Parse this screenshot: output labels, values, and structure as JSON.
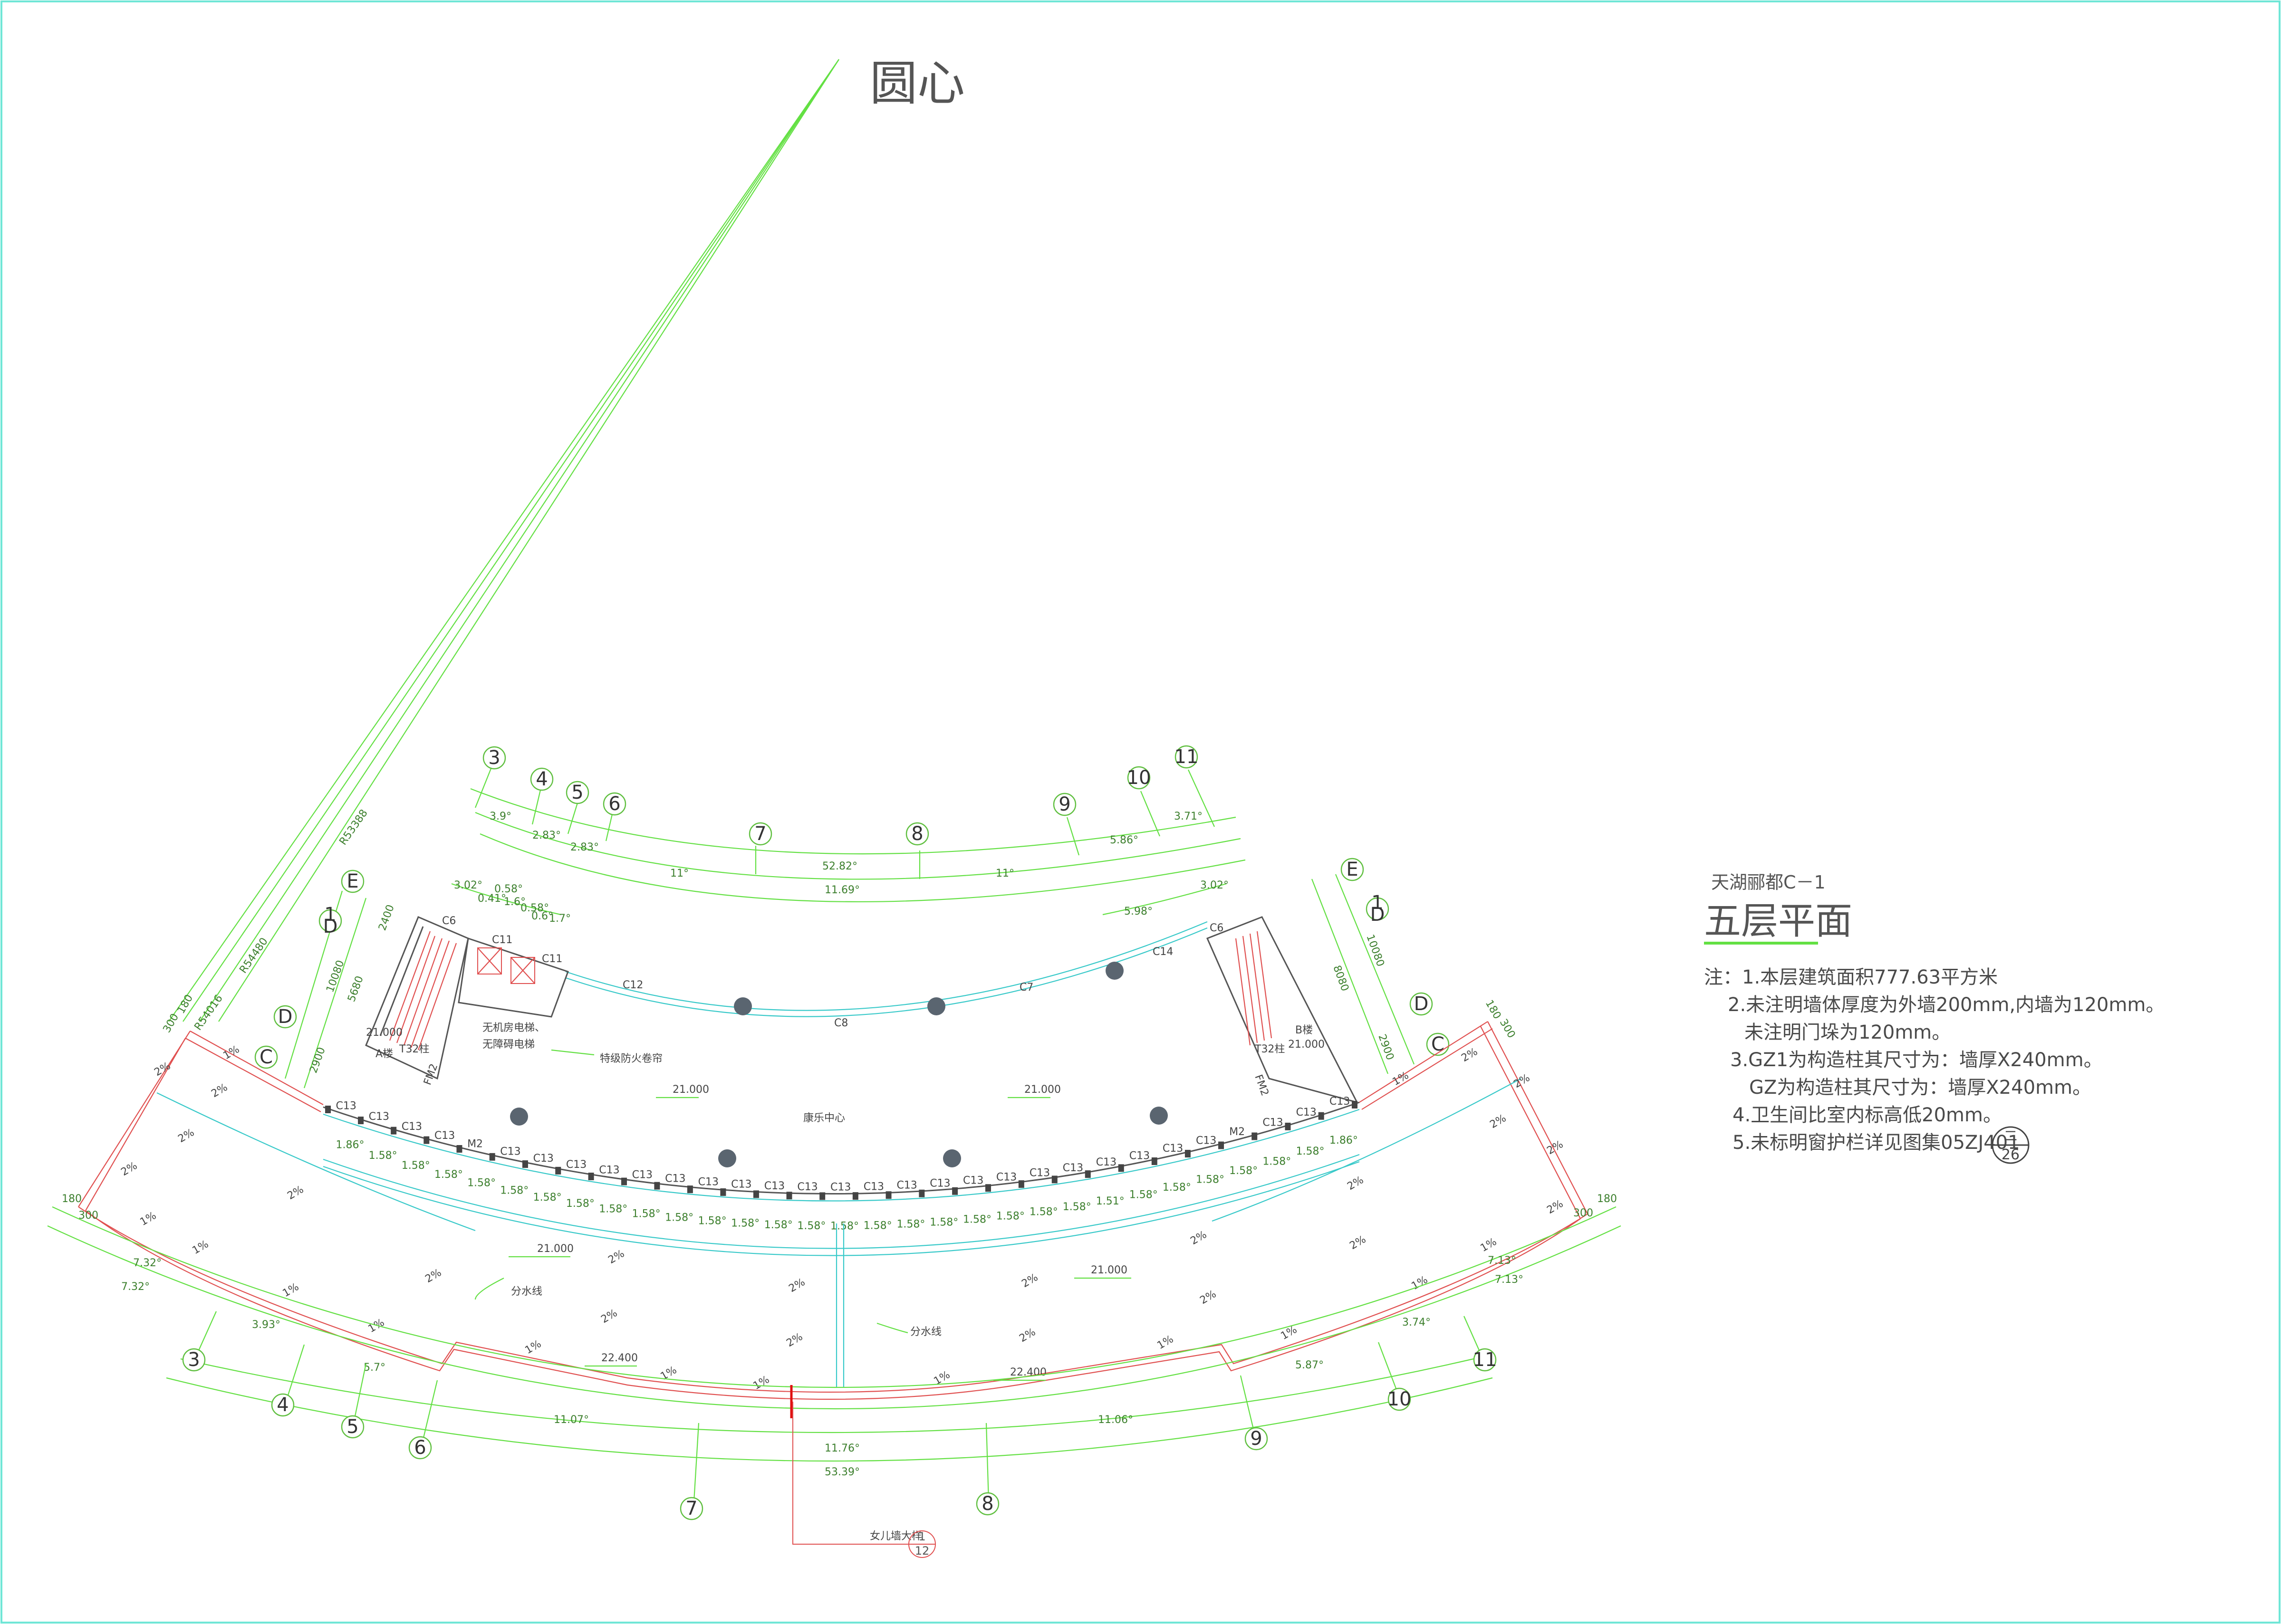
{
  "title": {
    "project": "天湖郦都C－1",
    "plan_name": "五层平面",
    "center_label": "圆心"
  },
  "notes": {
    "lines": [
      "注：1.本层建筑面积777.63平方米",
      "2.未注明墙体厚度为外墙200mm,内墙为120mm。",
      "未注明门垛为120mm。",
      "3.GZ1为构造柱其尺寸为：墙厚X240mm。",
      "GZ为构造柱其尺寸为：墙厚X240mm。",
      "4.卫生间比室内标高低20mm。",
      "5.未标明窗护栏详见图集05ZJ401"
    ],
    "ref_symbol": {
      "top": "二",
      "bottom": "26"
    }
  },
  "axes_top": [
    "3",
    "4",
    "5",
    "6",
    "7",
    "8",
    "9",
    "10",
    "11"
  ],
  "axes_bottom": [
    "3",
    "4",
    "5",
    "6",
    "7",
    "8",
    "9",
    "10",
    "11"
  ],
  "axes_left": [
    "E",
    "1",
    "D",
    "C"
  ],
  "axes_left_sub": "D",
  "axes_right": [
    "E",
    "1",
    "D",
    "C"
  ],
  "axes_right_sub": "D",
  "dimensions": {
    "top_outer": [
      "3.9°",
      "2.83°",
      "2.83°",
      "5.86°",
      "3.71°"
    ],
    "top_total": "52.82°",
    "top_inner": [
      "11°",
      "11.69°",
      "11°"
    ],
    "top_small_left": [
      "3.02°",
      "0.58°",
      "0.41°",
      "1.6°",
      "0.58°",
      "0.6°",
      "1.7°"
    ],
    "top_small_right": [
      "5.98°",
      "3.02°"
    ],
    "bottom_outer": [
      "7.32°",
      "3.93°",
      "5.7°",
      "11.07°",
      "11.06°",
      "5.87°",
      "3.74°",
      "7.13°"
    ],
    "bottom_total_inner": "11.76°",
    "bottom_total": "53.39°",
    "radius_1": "R53388",
    "radius_2": "R54480",
    "radius_3": "R54016",
    "left_stack": [
      "2400",
      "10080",
      "5680",
      "2900"
    ],
    "right_stack": [
      "8080",
      "10080",
      "2900"
    ],
    "small_180": "180",
    "small_300": "300",
    "window_spacing": "1.58°",
    "window_first_left": "1.86°",
    "window_last_right": "1.86°",
    "window_odd": "1.51°"
  },
  "labels": {
    "hall": "康乐中心",
    "fire_curtain": "特级防火卷帘",
    "elevator_note_1": "无机房电梯、",
    "elevator_note_2": "无障碍电梯",
    "stair_a": "A楼",
    "stair_b": "B楼",
    "t32_a": "T32柱",
    "t32_b": "T32柱",
    "door_fm2_a": "FM2",
    "door_fm2_b": "FM2",
    "elev_left": "21.000",
    "elev_right": "21.000",
    "elev_hall_left": "21.000",
    "elev_hall_right": "21.000",
    "elev_roof_left": "21.000",
    "elev_roof_right": "21.000",
    "elev_low_left": "22.400",
    "elev_low_right": "22.400",
    "ridge_left": "分水线",
    "ridge_right": "分水线",
    "parapet_note": "女儿墙大样",
    "parapet_ref_top": "1",
    "parapet_ref_bottom": "12",
    "slope": "1%",
    "slope_2": "2%",
    "window_c6": "C6",
    "window_c7": "C7",
    "window_c8": "C8",
    "window_c11": "C11",
    "window_c12": "C12",
    "window_c13": "C13",
    "window_c14": "C14",
    "door_m2": "M2"
  }
}
